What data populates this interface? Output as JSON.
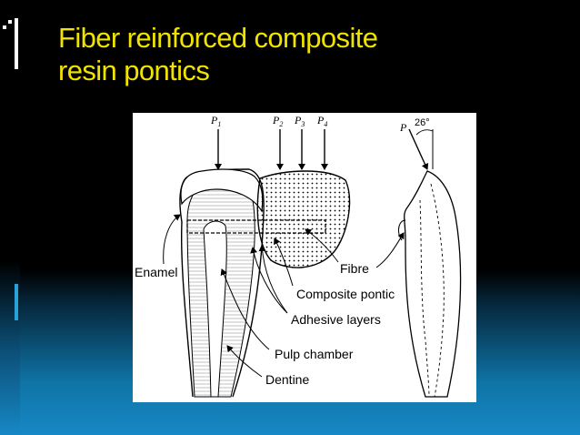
{
  "slide": {
    "title_line1": "Fiber reinforced composite",
    "title_line2": "resin pontics",
    "title_color": "#f1e300",
    "accent_color": "#1788c6"
  },
  "diagram": {
    "loads": {
      "p1": "P",
      "p1_sub": "1",
      "p2": "P",
      "p2_sub": "2",
      "p3": "P",
      "p3_sub": "3",
      "p4": "P",
      "p4_sub": "4",
      "p_angle": "P",
      "angle": "26°"
    },
    "labels": {
      "enamel": "Enamel",
      "fibre": "Fibre",
      "composite_pontic": "Composite pontic",
      "adhesive_layers": "Adhesive layers",
      "pulp_chamber": "Pulp chamber",
      "dentine": "Dentine"
    }
  }
}
